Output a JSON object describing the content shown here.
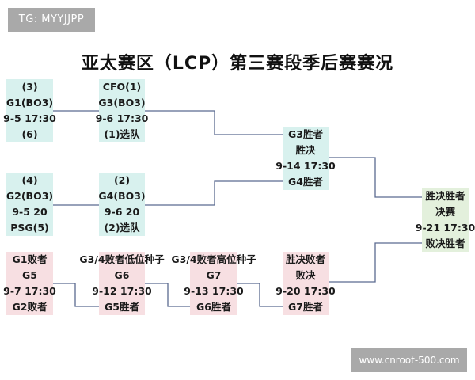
{
  "watermarks": {
    "top_left": "TG: MYYJJPP",
    "bottom_right": "www.cnroot-500.com"
  },
  "title": "亚太赛区（LCP）第三赛段季后赛赛况",
  "colors": {
    "upper_bracket_box": "#d8f1ee",
    "lower_bracket_box": "#f7dfe2",
    "final_box": "#e3f0dc",
    "connector_line": "#5a6a90"
  },
  "matches": {
    "g1": {
      "line1": "(3)",
      "line2": "G1(BO3)",
      "line3": "9-5 17:30",
      "line4": "(6)"
    },
    "g3": {
      "line1": "CFO(1)",
      "line2": "G3(BO3)",
      "line3": "9-6 17:30",
      "line4": "(1)选队"
    },
    "g2": {
      "line1": "(4)",
      "line2": "G2(BO3)",
      "line3": "9-5 20",
      "line4": "PSG(5)"
    },
    "g4": {
      "line1": "(2)",
      "line2": "G4(BO3)",
      "line3": "9-6 20",
      "line4": "(2)选队"
    },
    "winners_final": {
      "line1": "G3胜者",
      "line2": "胜决",
      "line3": "9-14 17:30",
      "line4": "G4胜者"
    },
    "grand_final": {
      "line1": "胜决胜者",
      "line2": "决赛",
      "line3": "9-21 17:30",
      "line4": "败决胜者"
    },
    "g5": {
      "line1": "G1败者",
      "line2": "G5",
      "line3": "9-7 17:30",
      "line4": "G2败者"
    },
    "g6": {
      "line1": "G3/4败者低位种子",
      "line2": "G6",
      "line3": "9-12 17:30",
      "line4": "G5胜者"
    },
    "g7": {
      "line1": "G3/4败者高位种子",
      "line2": "G7",
      "line3": "9-13 17:30",
      "line4": "G6胜者"
    },
    "losers_final": {
      "line1": "胜决败者",
      "line2": "败决",
      "line3": "9-20 17:30",
      "line4": "G7胜者"
    }
  }
}
